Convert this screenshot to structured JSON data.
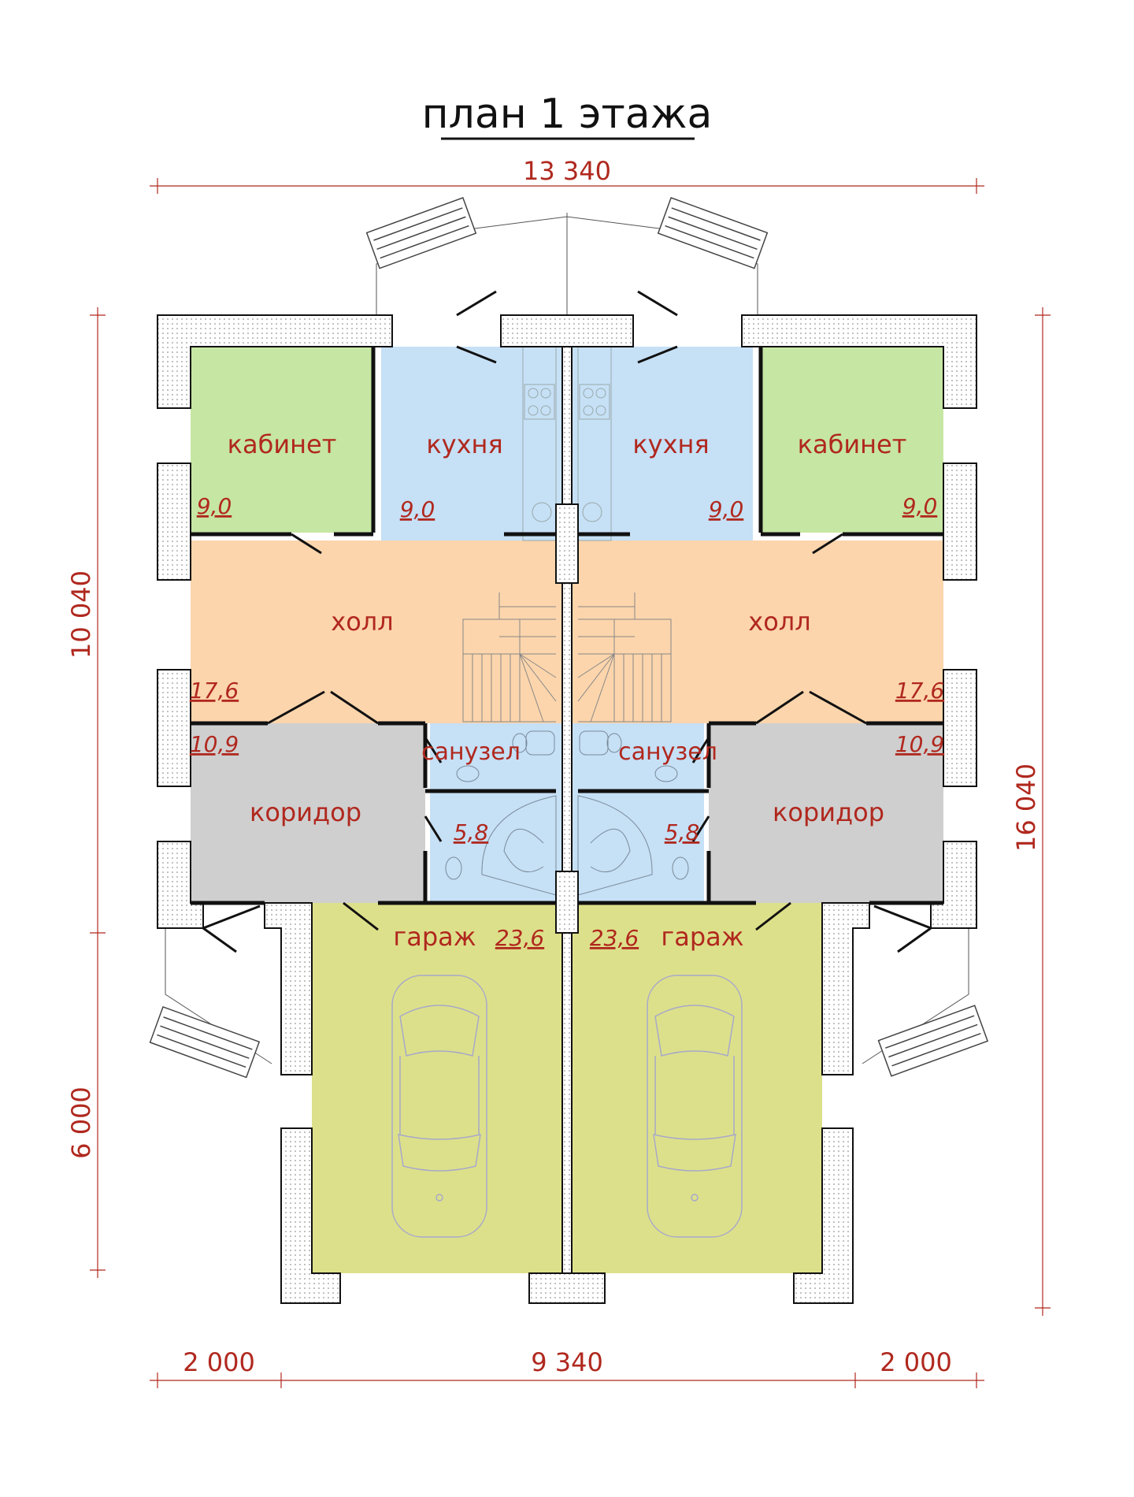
{
  "title": "план 1 этажа",
  "dimensions": {
    "top": "13 340",
    "left_upper": "10 040",
    "left_lower": "6 000",
    "right": "16 040",
    "bottom_left": "2 000",
    "bottom_mid": "9 340",
    "bottom_right": "2 000"
  },
  "rooms": {
    "left": {
      "office": {
        "name": "кабинет",
        "area": "9,0"
      },
      "kitchen": {
        "name": "кухня",
        "area": "9,0"
      },
      "hall": {
        "name": "холл",
        "area": "17,6"
      },
      "bathroom": {
        "name": "санузел",
        "area": "5,8"
      },
      "corridor": {
        "name": "коридор",
        "area": "10,9"
      },
      "garage": {
        "name": "гараж",
        "area": "23,6"
      }
    },
    "right": {
      "office": {
        "name": "кабинет",
        "area": "9,0"
      },
      "kitchen": {
        "name": "кухня",
        "area": "9,0"
      },
      "hall": {
        "name": "холл",
        "area": "17,6"
      },
      "bathroom": {
        "name": "санузел",
        "area": "5,8"
      },
      "corridor": {
        "name": "коридор",
        "area": "10,9"
      },
      "garage": {
        "name": "гараж",
        "area": "23,6"
      }
    }
  },
  "colors": {
    "office": "#c6e6a3",
    "kitchen": "#c6e0f6",
    "hall": "#fcd5ac",
    "corridor": "#cfcfcf",
    "bathroom": "#c6e0f6",
    "garage": "#dde08a",
    "wall": "#ffffff",
    "wall_stroke": "#111111",
    "labels": "#b0281e"
  }
}
